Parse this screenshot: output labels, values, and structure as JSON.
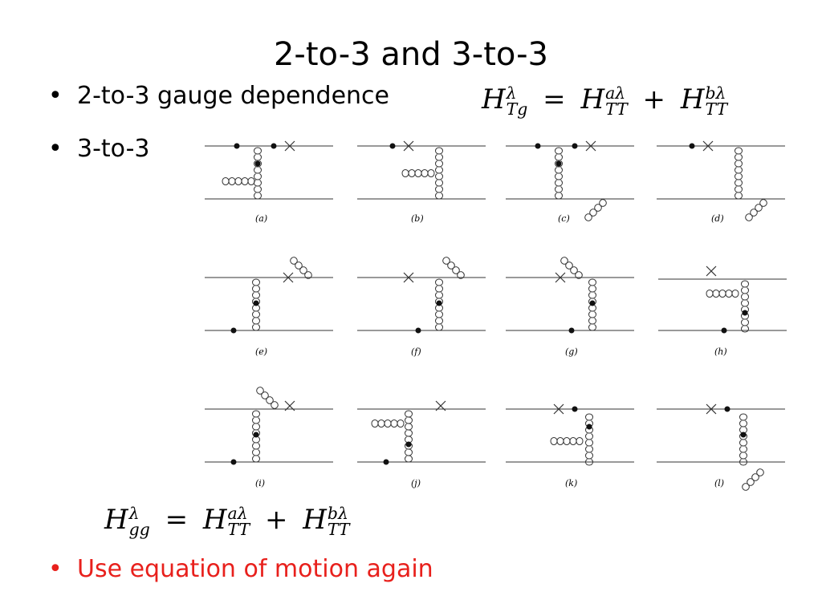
{
  "slide": {
    "title": "2-to-3 and 3-to-3",
    "bullets": [
      {
        "text": "2-to-3 gauge dependence",
        "color": "#000000"
      },
      {
        "text": "3-to-3",
        "color": "#000000"
      },
      {
        "text": "Use equation of motion again",
        "color": "#e8201c"
      }
    ],
    "bullet_symbol": "•",
    "equation1": {
      "lhs_base": "H",
      "lhs_sup": "λ",
      "lhs_sub": "Tg",
      "eq": "=",
      "t1_base": "H",
      "t1_sup": "aλ",
      "t1_sub": "TT",
      "plus": "+",
      "t2_base": "H",
      "t2_sup": "bλ",
      "t2_sub": "TT"
    },
    "equation2": {
      "lhs_base": "H",
      "lhs_sup": "λ",
      "lhs_sub": "gg",
      "eq": "=",
      "t1_base": "H",
      "t1_sup": "aλ",
      "t1_sub": "TT",
      "plus": "+",
      "t2_base": "H",
      "t2_sup": "bλ",
      "t2_sub": "TT"
    },
    "diagram_labels": [
      "(a)",
      "(b)",
      "(c)",
      "(d)",
      "(e)",
      "(f)",
      "(g)",
      "(h)",
      "(i)",
      "(j)",
      "(k)",
      "(l)"
    ]
  }
}
